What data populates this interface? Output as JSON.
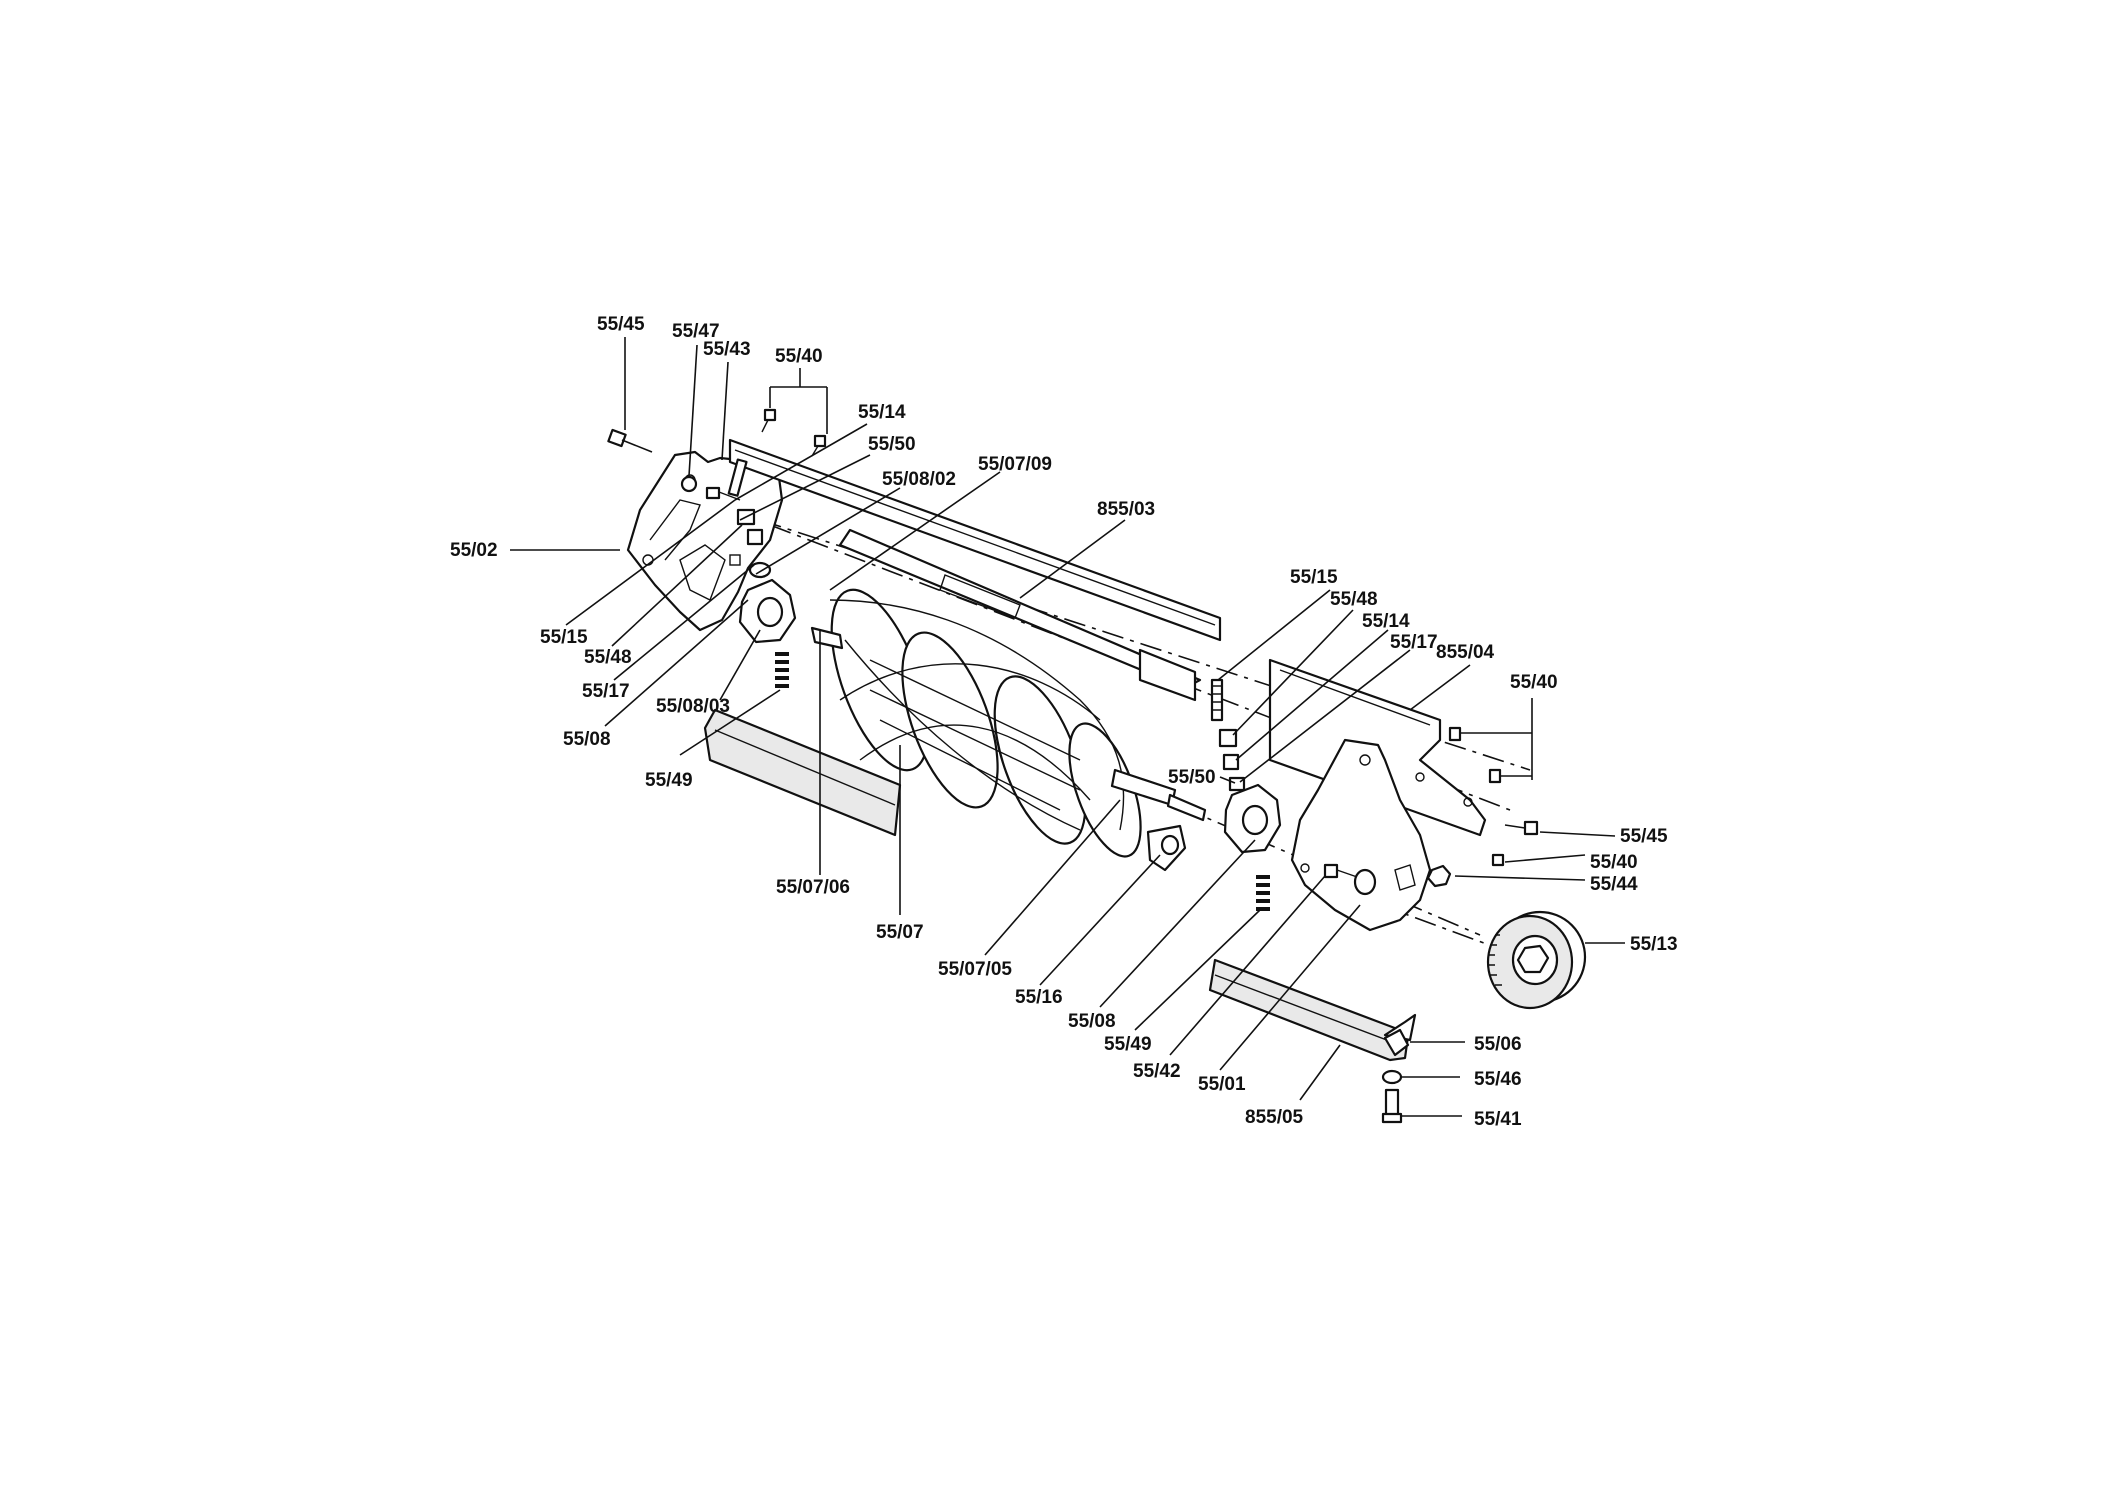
{
  "diagram": {
    "labels": [
      "55/45",
      "55/47",
      "55/43",
      "55/40",
      "55/14",
      "55/50",
      "55/08/02",
      "55/07/09",
      "855/03",
      "55/02",
      "55/15",
      "55/48",
      "55/17",
      "55/08/03",
      "55/08",
      "55/49",
      "55/07/06",
      "55/07",
      "55/15",
      "55/48",
      "55/14",
      "55/17",
      "855/04",
      "55/40",
      "55/50",
      "55/45",
      "55/40",
      "55/44",
      "55/13",
      "55/07/05",
      "55/16",
      "55/08",
      "55/49",
      "55/42",
      "55/01",
      "855/05",
      "55/06",
      "55/46",
      "55/41"
    ]
  }
}
